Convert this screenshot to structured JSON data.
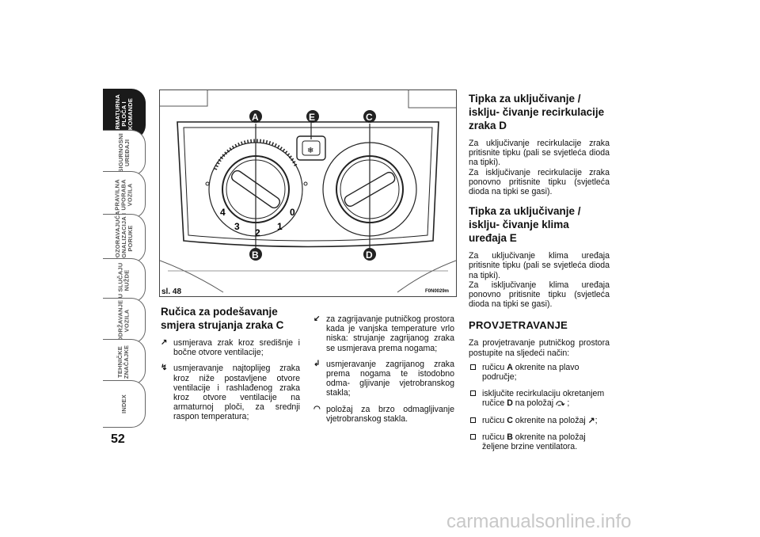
{
  "sidebar": {
    "tabs": [
      {
        "label": "ARMATURNA\nPLOČA I\nKOMANDE",
        "active": true
      },
      {
        "label": "SIGURNOSNI\nUREĐAJI"
      },
      {
        "label": "PRAVILNA\nUPORABA\nVOZILA"
      },
      {
        "label": "UPOZORAVAJUĆA\nSIGNALIZACIJA I\nPORUKE"
      },
      {
        "label": "U SLUČAJU\nNUŽDE"
      },
      {
        "label": "ODRŽAVANJE\nVOZILA"
      },
      {
        "label": "TEHNIČKE\nZNAČAJKE"
      },
      {
        "label": "INDEX"
      }
    ]
  },
  "page_number": "52",
  "figure": {
    "label": "sl. 48",
    "code": "F0N0029m",
    "callouts": [
      "A",
      "E",
      "C",
      "B",
      "D"
    ],
    "dial_left_numbers": [
      "4",
      "0",
      "3",
      "1",
      "2"
    ]
  },
  "col1": {
    "heading": "Ručica za podešavanje smjera strujanja zraka C",
    "items": [
      {
        "icon": "vent-face-icon",
        "text": "usmjerava zrak kroz središnje i bočne otvore ventilacije;"
      },
      {
        "icon": "vent-face-feet-icon",
        "text": "usmjeravanje najtoplijeg zraka kroz niže postavljene otvore ventilacije i rashlađenog zraka kroz otvore ventilacije na armaturnoj ploči, za srednji raspon temperatura;"
      }
    ]
  },
  "col2": {
    "items": [
      {
        "icon": "vent-feet-icon",
        "text": "za zagrijavanje putničkog prostora kada je vanjska temperature vrlo niska: strujanje zagrijanog zraka se usmjerava prema nogama;"
      },
      {
        "icon": "vent-feet-windshield-icon",
        "text": "usmjeravanje zagrijanog zraka prema nogama te istodobno odma- gljivanje vjetrobranskog stakla;"
      },
      {
        "icon": "windshield-defrost-icon",
        "text": "položaj za brzo odmagljivanje vjetrobranskog stakla."
      }
    ]
  },
  "col3": {
    "h1": "Tipka za uključivanje / isklju- čivanje recirkulacije zraka D",
    "p1": "Za uključivanje recirkulacije zraka pritisnite tipku (pali se svjetleća dioda na tipki).",
    "p2": "Za isključivanje recirkulacije zraka ponovno pritisnite tipku (svjetleća dioda na tipki se gasi).",
    "h2": "Tipka za uključivanje / isklju- čivanje klima uređaja E",
    "p3": "Za uključivanje klima uređaja pritisnite tipku (pali se svjetleća dioda na tipki).",
    "p4": "Za isključivanje klima uređaja ponovno pritisnite tipku (svjetleća dioda na tipki se gasi).",
    "h3": "PROVJETRAVANJE",
    "p5": "Za provjetravanje putničkog prostora postupite na sljedeći način:",
    "bullets": [
      {
        "pre": "ručicu ",
        "key": "A",
        "post": " okrenite na plavo područje;"
      },
      {
        "pre": "isključite recirkulaciju okretanjem ručice ",
        "key": "D",
        "post": " na položaj",
        "icon": "recirculation-off-icon",
        "tail": ";"
      },
      {
        "pre": "ručicu ",
        "key": "C",
        "post": " okrenite na položaj",
        "icon": "vent-face-icon",
        "tail": ";"
      },
      {
        "pre": "ručicu ",
        "key": "B",
        "post": " okrenite na položaj željene brzine ventilatora."
      }
    ]
  },
  "watermark": "carmanualsonline.info"
}
